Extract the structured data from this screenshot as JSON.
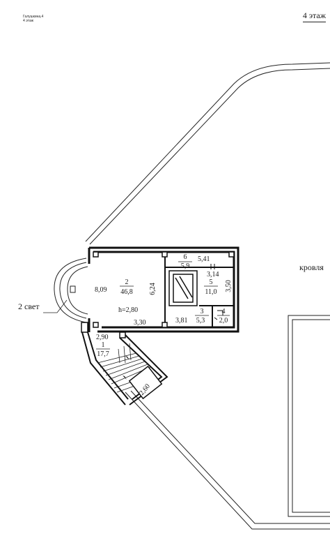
{
  "header": {
    "address": "Галушкина,4",
    "floor_short": "4 этаж",
    "floor_title": "4 этаж"
  },
  "labels": {
    "roof": "кровля",
    "double_height": "2 свет",
    "ceiling_height": "h=2,80"
  },
  "rooms": [
    {
      "number": "1",
      "area": "17,7"
    },
    {
      "number": "2",
      "area": "46,8"
    },
    {
      "number": "3",
      "area": "5,3"
    },
    {
      "number": "4",
      "area": "2,0"
    },
    {
      "number": "5",
      "area": "11,0"
    },
    {
      "number": "6",
      "area": "5,9"
    }
  ],
  "dimensions": {
    "hall_depth": "8,09",
    "hall_width": "6,24",
    "hall_bottom": "3,30",
    "room3_width": "3,81",
    "room6_width": "5,41",
    "room5_width": "3,14",
    "room5_height": "3,50",
    "stair_width": "2,90",
    "stair_len": "2,60"
  }
}
